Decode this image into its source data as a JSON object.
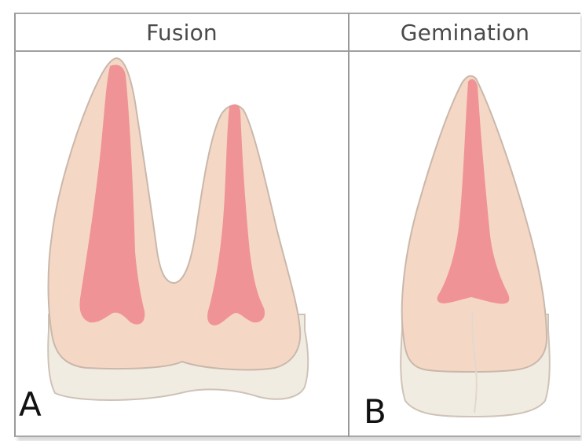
{
  "headers": {
    "fusion": "Fusion",
    "gemination": "Gemination"
  },
  "panels": {
    "a": "A",
    "b": "B"
  },
  "colors": {
    "enamel": "#f1ece2",
    "dentin": "#f5d7c6",
    "pulp": "#ee8d92",
    "outline": "#c9b8aa",
    "border": "#9a9a9a",
    "header_text": "#4a4a4a"
  }
}
